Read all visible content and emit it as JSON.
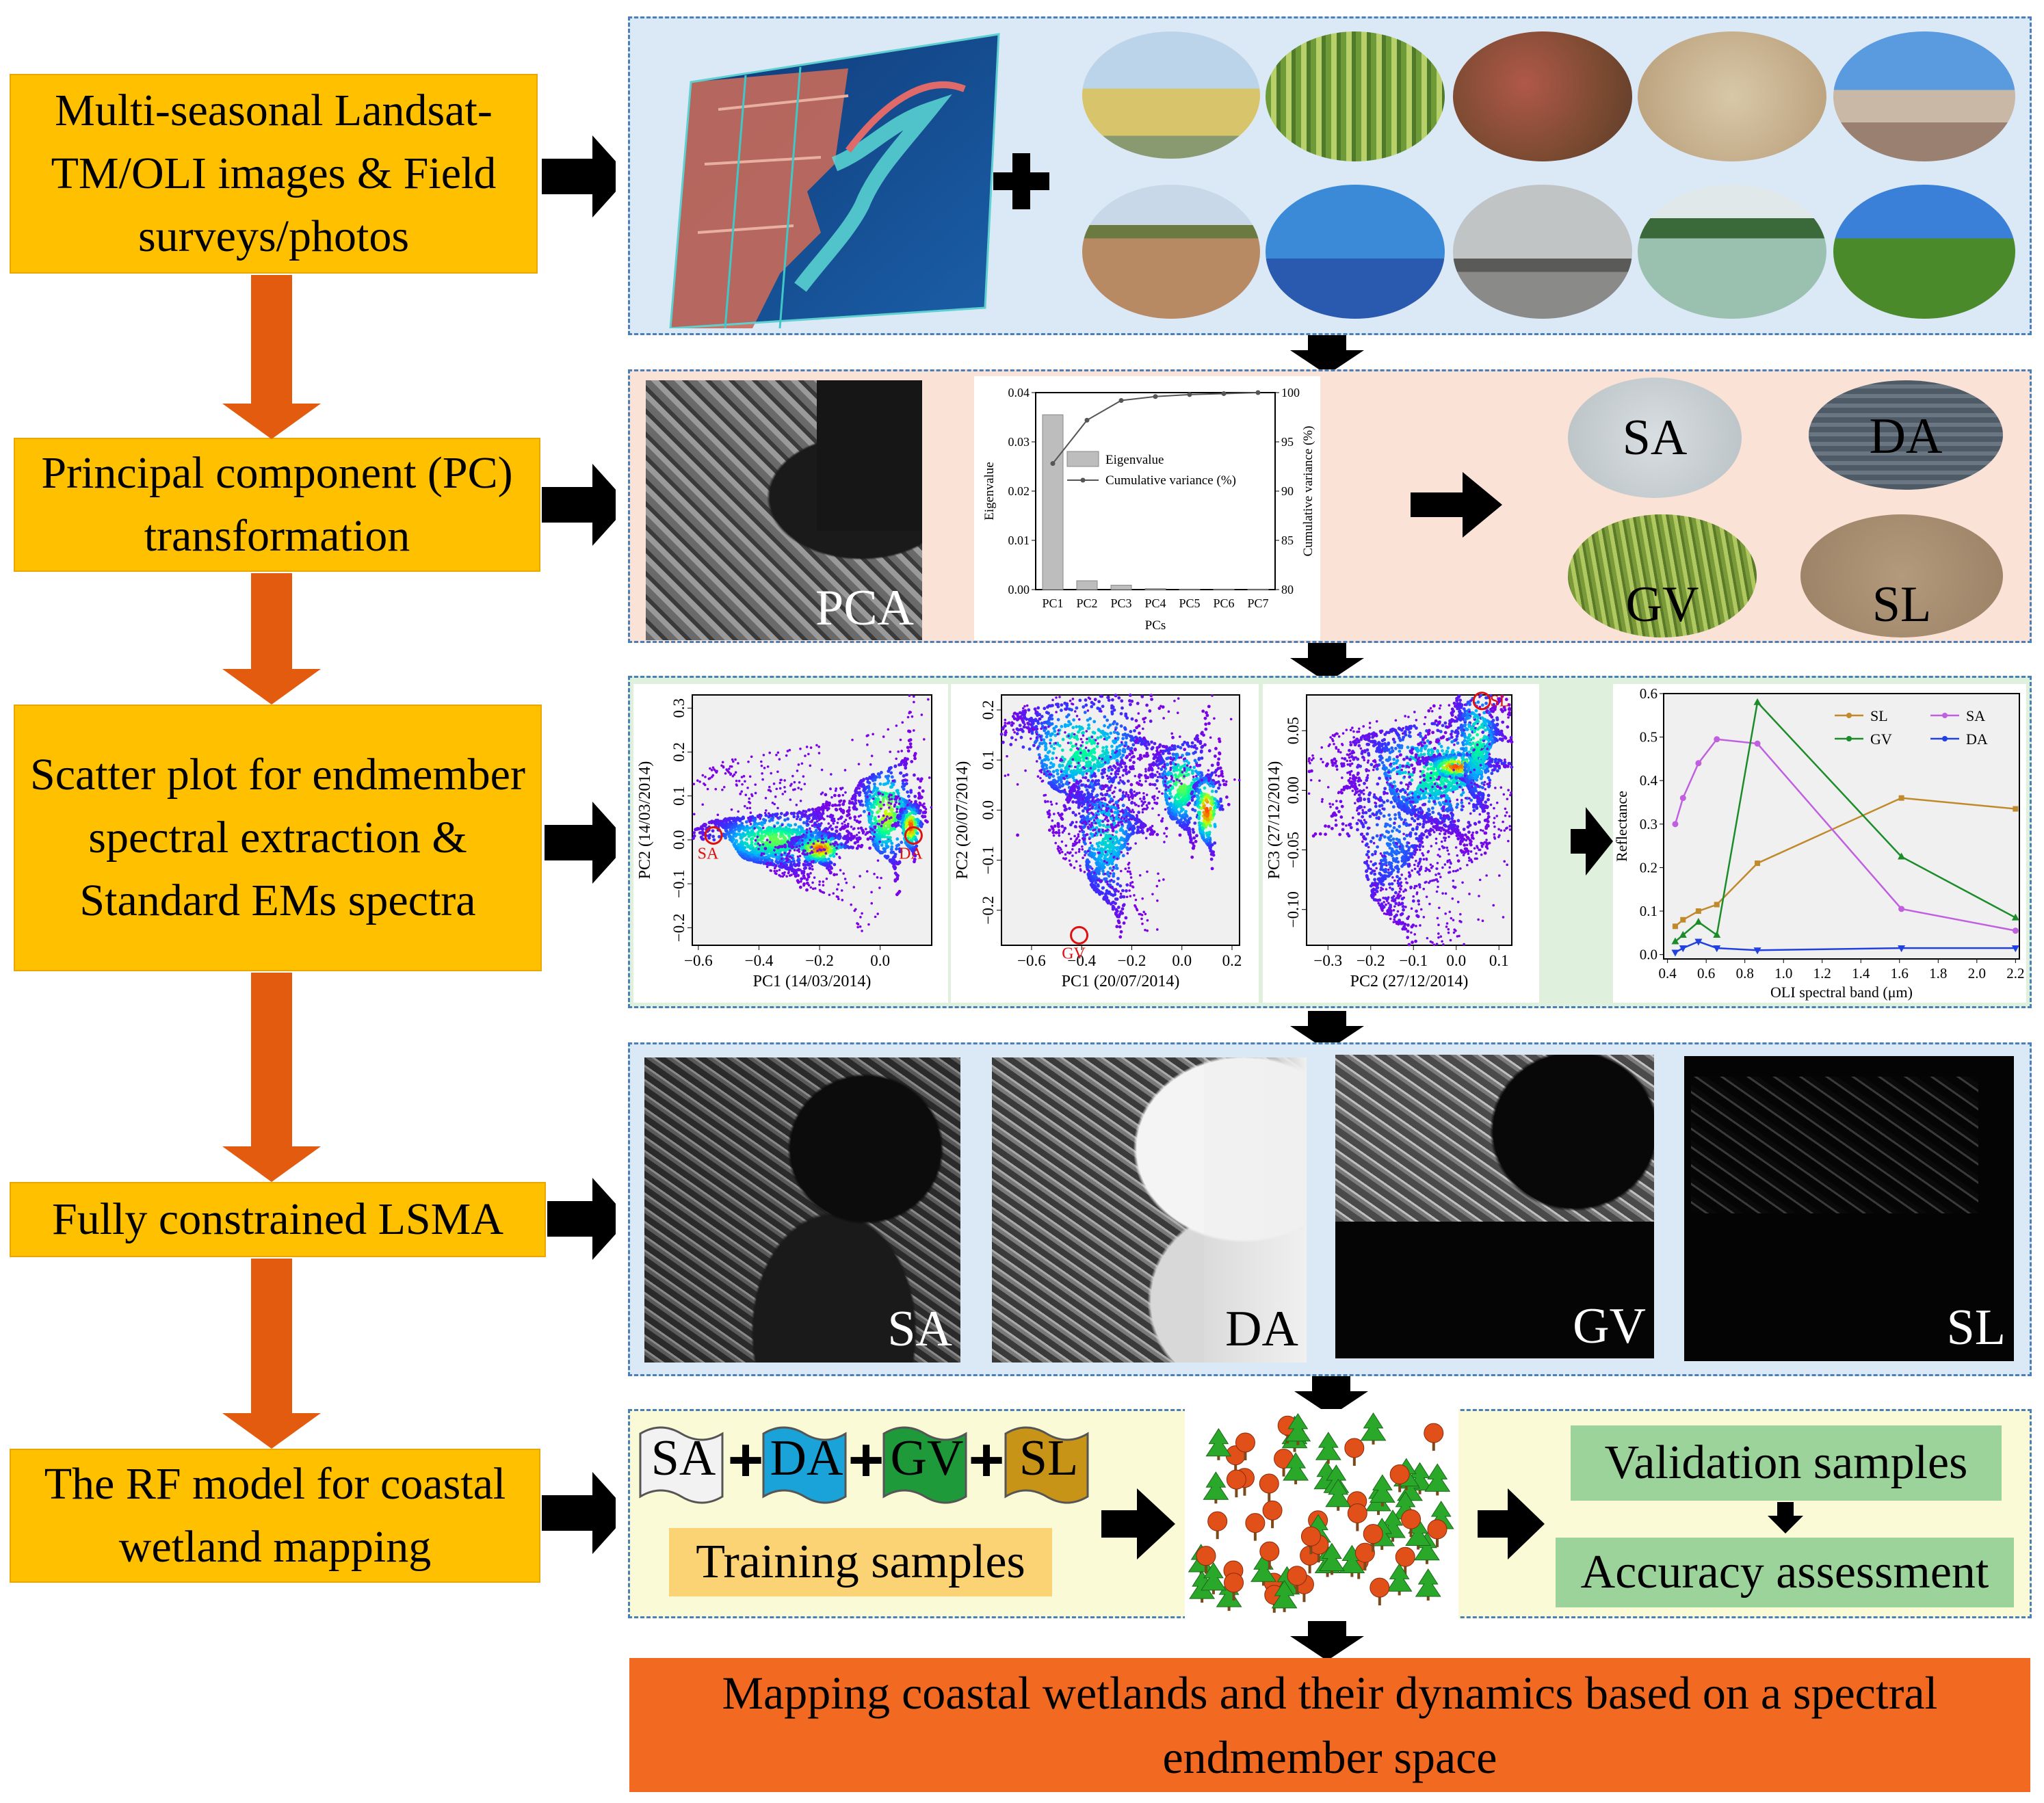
{
  "steps": [
    {
      "label": "Multi-seasonal Landsat-TM/OLI images & Field surveys/photos"
    },
    {
      "label": "Principal component (PC) transformation"
    },
    {
      "label": "Scatter plot for endmember spectral extraction & Standard EMs spectra"
    },
    {
      "label": "Fully constrained LSMA"
    },
    {
      "label": "The RF model for coastal wetland mapping"
    }
  ],
  "pca": {
    "image_label": "PCA",
    "endmembers": [
      "SA",
      "DA",
      "GV",
      "SL"
    ]
  },
  "lsma": {
    "labels": [
      "SA",
      "DA",
      "GV",
      "SL"
    ]
  },
  "rf": {
    "tags": [
      "SA",
      "DA",
      "GV",
      "SL"
    ],
    "plus": "+",
    "training": "Training samples",
    "validation": "Validation samples",
    "accuracy": "Accuracy assessment"
  },
  "final_text": "Mapping coastal wetlands and their dynamics based on a spectral endmember space",
  "colors": {
    "step_fill": "#ffc000",
    "arrow_orange": "#e35b0e",
    "panel_blue_bg": "#dbe8f6",
    "panel_peach_bg": "#fbe2d6",
    "panel_green_bg": "#dff1dc",
    "panel_yellow_bg": "#fbfad6",
    "final_fill": "#f26a22",
    "SL": "#c08a2a",
    "SA": "#c060e0",
    "GV": "#1c8c2a",
    "DA": "#2040e0"
  },
  "chart_data": [
    {
      "type": "bar",
      "title": "",
      "categories": [
        "PC1",
        "PC2",
        "PC3",
        "PC4",
        "PC5",
        "PC6",
        "PC7"
      ],
      "xlabel": "PCs",
      "ylabel": "Eigenvalue",
      "y2label": "Cumulative variance (%)",
      "ylim": [
        0.0,
        0.04
      ],
      "y2lim": [
        80,
        100
      ],
      "yticks": [
        "0.00",
        "0.01",
        "0.02",
        "0.03",
        "0.04"
      ],
      "y2ticks": [
        "80",
        "85",
        "90",
        "95",
        "100"
      ],
      "series": [
        {
          "name": "Eigenvalue",
          "type": "bar",
          "values": [
            0.0355,
            0.0018,
            0.0009,
            0.0002,
            0.0001,
            0.0001,
            0.0001
          ]
        },
        {
          "name": "Cumulative variance (%)",
          "type": "line",
          "values": [
            92.8,
            97.2,
            99.2,
            99.6,
            99.8,
            99.9,
            100.0
          ]
        }
      ],
      "legend": "center-right"
    },
    {
      "type": "scatter",
      "xlabel": "PC1 (14/03/2014)",
      "ylabel": "PC2 (14/03/2014)",
      "xlim": [
        -0.62,
        0.17
      ],
      "ylim": [
        -0.24,
        0.33
      ],
      "xticks": [
        "-0.6",
        "-0.4",
        "-0.2",
        "0.0"
      ],
      "yticks": [
        "-0.2",
        "-0.1",
        "0.0",
        "0.1",
        "0.2",
        "0.3"
      ],
      "annotations": [
        {
          "text": "SA",
          "x": -0.55,
          "y": 0.01
        },
        {
          "text": "DA",
          "x": 0.11,
          "y": 0.01
        }
      ]
    },
    {
      "type": "scatter",
      "xlabel": "PC1 (20/07/2014)",
      "ylabel": "PC2 (20/07/2014)",
      "xlim": [
        -0.72,
        0.23
      ],
      "ylim": [
        -0.27,
        0.23
      ],
      "xticks": [
        "-0.6",
        "-0.4",
        "-0.2",
        "0.0",
        "0.2"
      ],
      "yticks": [
        "-0.2",
        "-0.1",
        "0.0",
        "0.1",
        "0.2"
      ],
      "annotations": [
        {
          "text": "GV",
          "x": -0.41,
          "y": -0.25
        }
      ]
    },
    {
      "type": "scatter",
      "xlabel": "PC2 (27/12/2014)",
      "ylabel": "PC3 (27/12/2014)",
      "xlim": [
        -0.35,
        0.13
      ],
      "ylim": [
        -0.13,
        0.08
      ],
      "xticks": [
        "-0.3",
        "-0.2",
        "-0.1",
        "0.0",
        "0.1"
      ],
      "yticks": [
        "-0.10",
        "-0.05",
        "0.00",
        "0.05"
      ],
      "annotations": [
        {
          "text": "SL",
          "x": 0.06,
          "y": 0.075
        }
      ]
    },
    {
      "type": "line",
      "xlabel": "OLI spectral band (μm)",
      "ylabel": "Reflectance",
      "xlim": [
        0.38,
        2.22
      ],
      "ylim": [
        -0.01,
        0.6
      ],
      "xticks": [
        "0.4",
        "0.6",
        "0.8",
        "1.0",
        "1.2",
        "1.4",
        "1.6",
        "1.8",
        "2.0",
        "2.2"
      ],
      "yticks": [
        "0.0",
        "0.1",
        "0.2",
        "0.3",
        "0.4",
        "0.5",
        "0.6"
      ],
      "x": [
        0.44,
        0.48,
        0.56,
        0.655,
        0.865,
        1.61,
        2.2
      ],
      "series": [
        {
          "name": "SL",
          "values": [
            0.065,
            0.08,
            0.1,
            0.115,
            0.21,
            0.36,
            0.335
          ]
        },
        {
          "name": "SA",
          "values": [
            0.3,
            0.36,
            0.44,
            0.495,
            0.485,
            0.105,
            0.055
          ]
        },
        {
          "name": "GV",
          "values": [
            0.03,
            0.045,
            0.075,
            0.045,
            0.58,
            0.225,
            0.085
          ]
        },
        {
          "name": "DA",
          "values": [
            0.005,
            0.015,
            0.03,
            0.015,
            0.01,
            0.015,
            0.015
          ]
        }
      ],
      "legend": "top-right"
    }
  ]
}
